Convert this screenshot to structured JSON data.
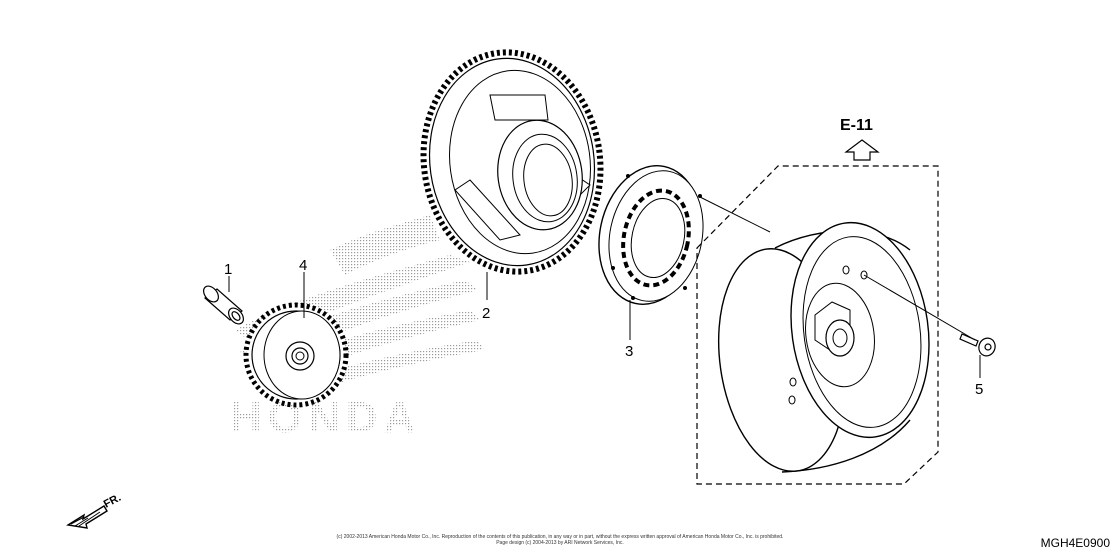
{
  "callouts": {
    "p1": "1",
    "p2": "2",
    "p3": "3",
    "p4": "4",
    "p5": "5"
  },
  "reference": {
    "label": "E-11"
  },
  "direction": {
    "label": "FR."
  },
  "watermark": {
    "text": "HONDA"
  },
  "footer": {
    "copyright_line1": "(c) 2002-2013 American Honda Motor Co., Inc. Reproduction of the contents of this publication, in any way or in part, without the express written approval of American Honda Motor Co., Inc. is prohibited.",
    "copyright_line2": "Page design (c) 2004-2013 by ARI Network Services, Inc.",
    "diagram_code": "MGH4E0900"
  }
}
